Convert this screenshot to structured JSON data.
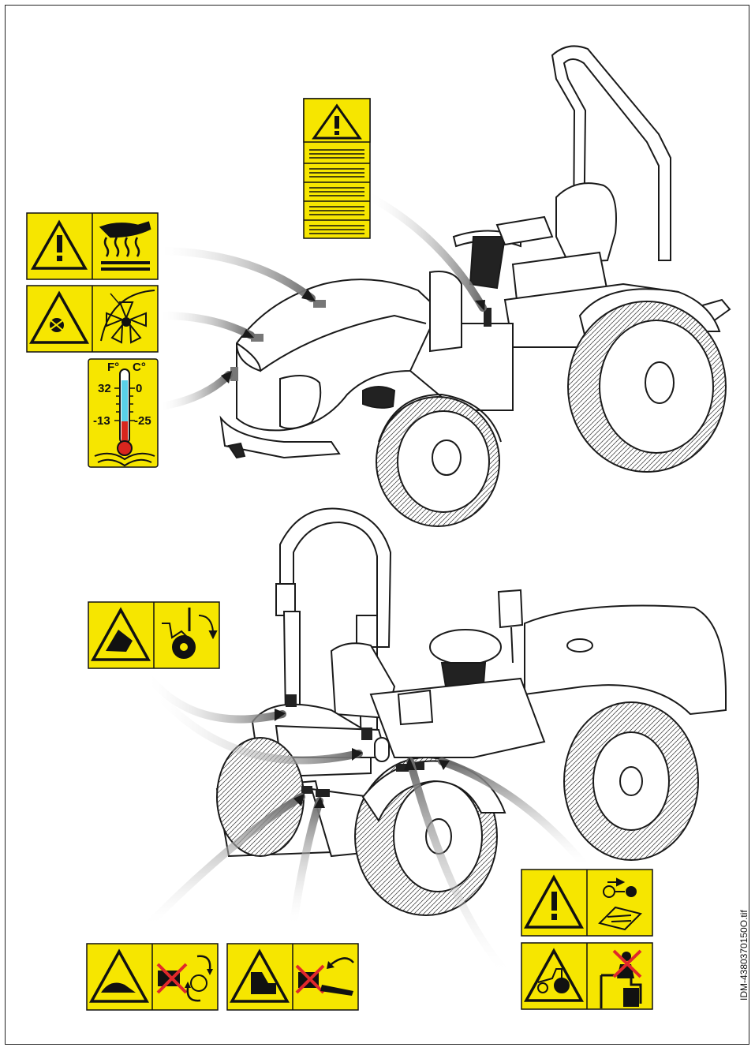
{
  "document": {
    "figure_id": "IDM-4380370150O.tif"
  },
  "thermometer_decal": {
    "unit_f": "F°",
    "unit_c": "C°",
    "f_high": "32",
    "c_high": "0",
    "f_low": "-13",
    "c_low": "-25"
  },
  "colors": {
    "decal_yellow": "#f6e600",
    "decal_border": "#111111",
    "line_art": "#1a1a1a",
    "leader_grey": "#8c8c8c",
    "thermo_cold": "#5ad0e8",
    "thermo_hot": "#d8261e",
    "prohibit_red": "#e0282b"
  }
}
